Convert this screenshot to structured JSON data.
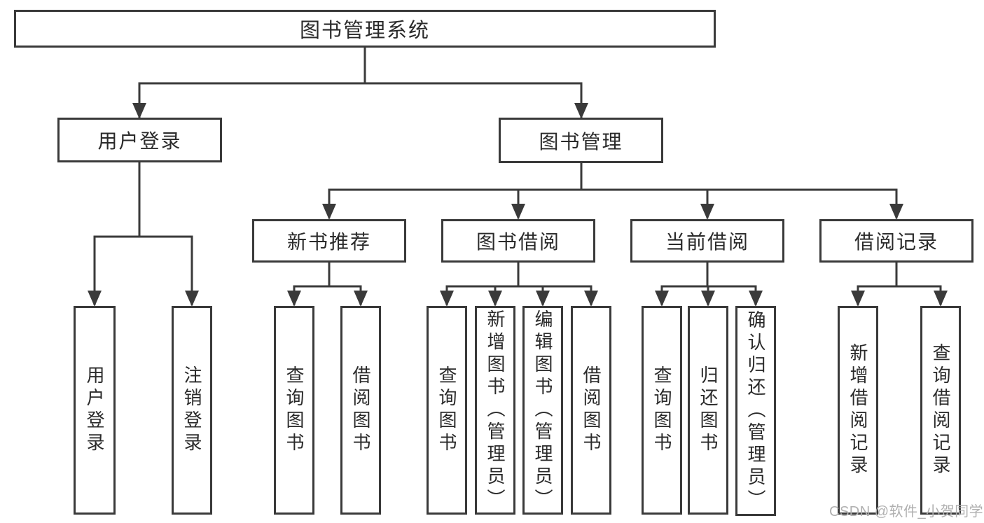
{
  "diagram": {
    "title_note": "functional structure tree",
    "root": {
      "label": "图书管理系统"
    },
    "branches": [
      {
        "label": "用户登录",
        "children": [
          {
            "label": "用户登录"
          },
          {
            "label": "注销登录"
          }
        ]
      },
      {
        "label": "图书管理",
        "children": [
          {
            "label": "新书推荐",
            "children": [
              {
                "label": "查询图书"
              },
              {
                "label": "借阅图书"
              }
            ]
          },
          {
            "label": "图书借阅",
            "children": [
              {
                "label": "查询图书"
              },
              {
                "label": "新增图书（管理员）"
              },
              {
                "label": "编辑图书（管理员）"
              },
              {
                "label": "借阅图书"
              }
            ]
          },
          {
            "label": "当前借阅",
            "children": [
              {
                "label": "查询图书"
              },
              {
                "label": "归还图书"
              },
              {
                "label": "确认归还（管理员）"
              }
            ]
          },
          {
            "label": "借阅记录",
            "children": [
              {
                "label": "新增借阅记录"
              },
              {
                "label": "查询借阅记录"
              }
            ]
          }
        ]
      }
    ]
  },
  "watermark": {
    "text": "CSDN @软件_小贺同学"
  },
  "colors": {
    "line": "#3a3a3a",
    "box_border": "#3a3a3a",
    "text": "#2a2a2a",
    "watermark": "#b0b0b0",
    "background": "#ffffff"
  }
}
